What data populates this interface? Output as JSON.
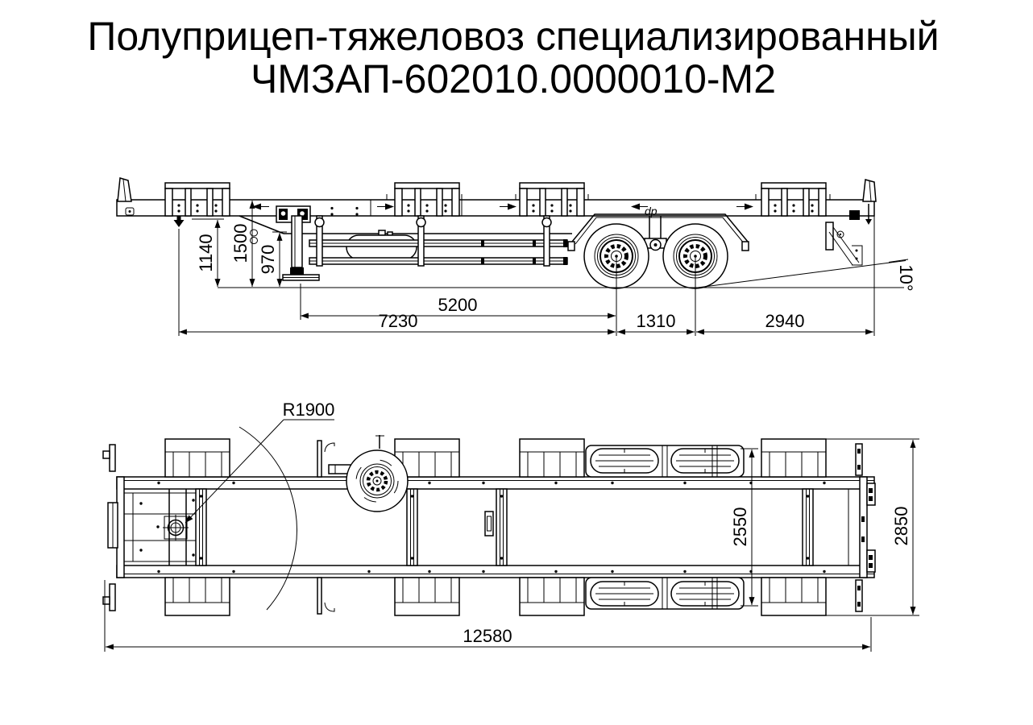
{
  "title": {
    "line1": "Полуприцеп-тяжеловоз специализированный",
    "line2": "ЧМЗАП-602010.0000010-М2"
  },
  "colors": {
    "background": "#ffffff",
    "line": "#000000"
  },
  "side_view": {
    "dims": {
      "kingpin_height": "1140",
      "deck_height": "1500",
      "frame_bottom_height": "970",
      "support_to_first_axle": "5200",
      "kingpin_to_first_axle": "7230",
      "axle_base": "1310",
      "rear_overhang": "2940",
      "departure_angle": "10°"
    },
    "marking": "dp"
  },
  "top_view": {
    "dims": {
      "swing_radius": "R1900",
      "width_over_tyres": "2550",
      "overall_width": "2850",
      "overall_length": "12580"
    }
  }
}
